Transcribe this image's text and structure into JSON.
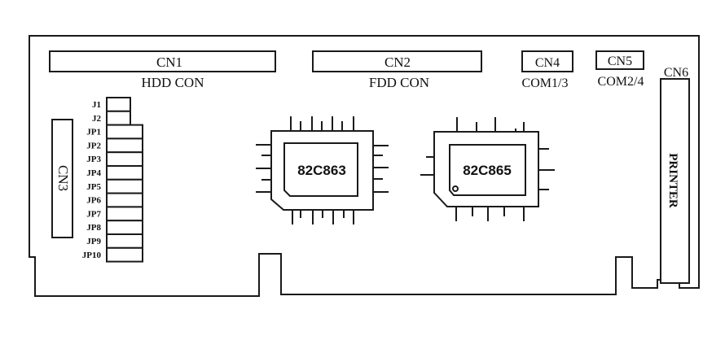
{
  "diagram": {
    "title": "Multi I/O board layout",
    "connectors": {
      "cn1": {
        "id": "CN1",
        "label": "HDD CON"
      },
      "cn2": {
        "id": "CN2",
        "label": "FDD CON"
      },
      "cn3": {
        "id": "CN3"
      },
      "cn4": {
        "id": "CN4",
        "label": "COM1/3"
      },
      "cn5": {
        "id": "CN5",
        "label": "COM2/4"
      },
      "cn6": {
        "id": "CN6",
        "label": "PRINTER"
      }
    },
    "chips": {
      "chip1": {
        "label": "82C863"
      },
      "chip2": {
        "label": "82C865"
      }
    },
    "jumpers": [
      "J1",
      "J2",
      "JP1",
      "JP2",
      "JP3",
      "JP4",
      "JP5",
      "JP6",
      "JP7",
      "JP8",
      "JP9",
      "JP10"
    ]
  }
}
